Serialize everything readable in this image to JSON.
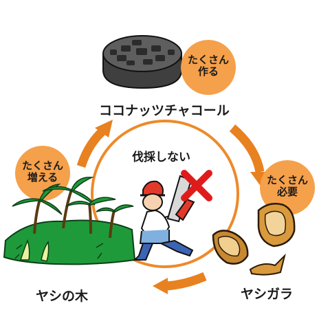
{
  "nodes": {
    "charcoal": {
      "label": "ココナッツチャコール",
      "badge": [
        "たくさん",
        "作る"
      ]
    },
    "shell": {
      "label": "ヤシガラ",
      "badge": [
        "たくさん",
        "必要"
      ]
    },
    "tree": {
      "label": "ヤシの木",
      "badge": [
        "たくさん",
        "増える"
      ]
    },
    "center": {
      "label": "伐採しない"
    }
  },
  "colors": {
    "accent": "#f5a04a",
    "arrow": "#e8811f",
    "ring": "#ed8a2a",
    "cross": "#e01b1b",
    "leaf": "#1f9a3a",
    "charcoal": "#4a4a4a",
    "shell": "#d89a3c"
  }
}
